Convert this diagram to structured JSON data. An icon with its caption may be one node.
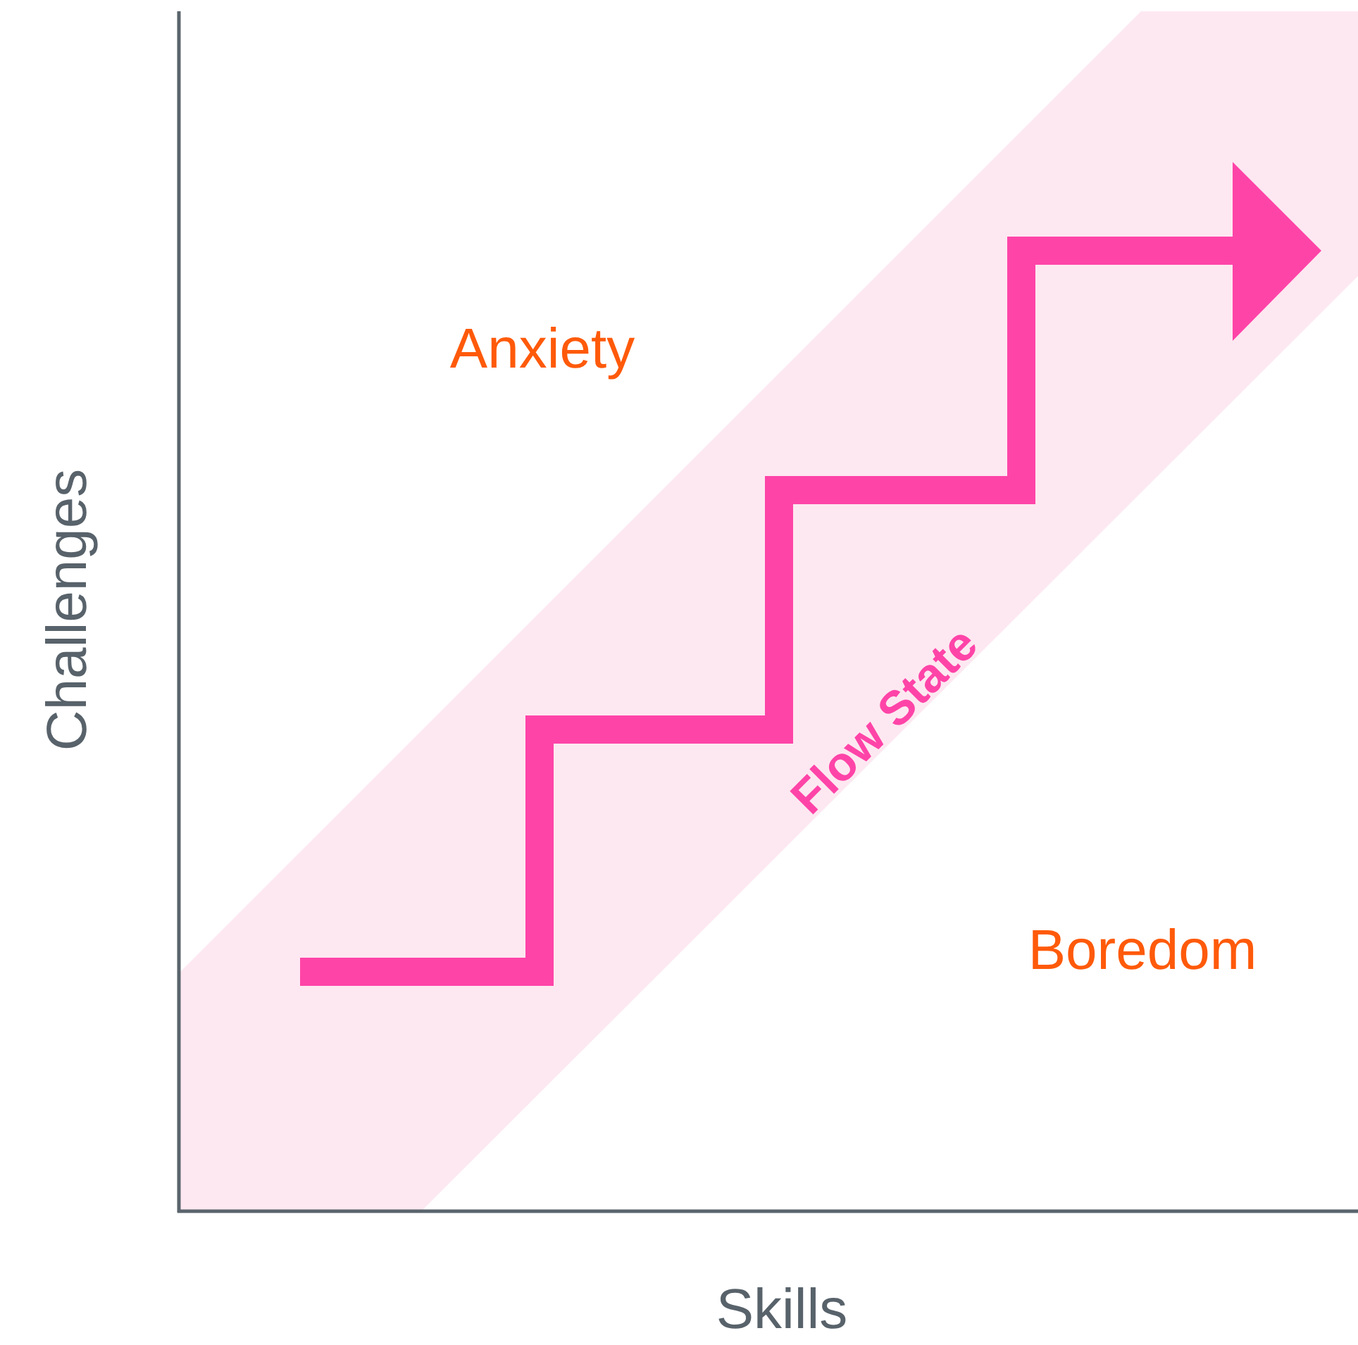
{
  "diagram": {
    "nodes": [
      {
        "text": [
          "Flow State"
        ]
      }
    ],
    "labels": [
      "Anxiety",
      "Boredom",
      "Challenges",
      "Skills"
    ]
  }
}
